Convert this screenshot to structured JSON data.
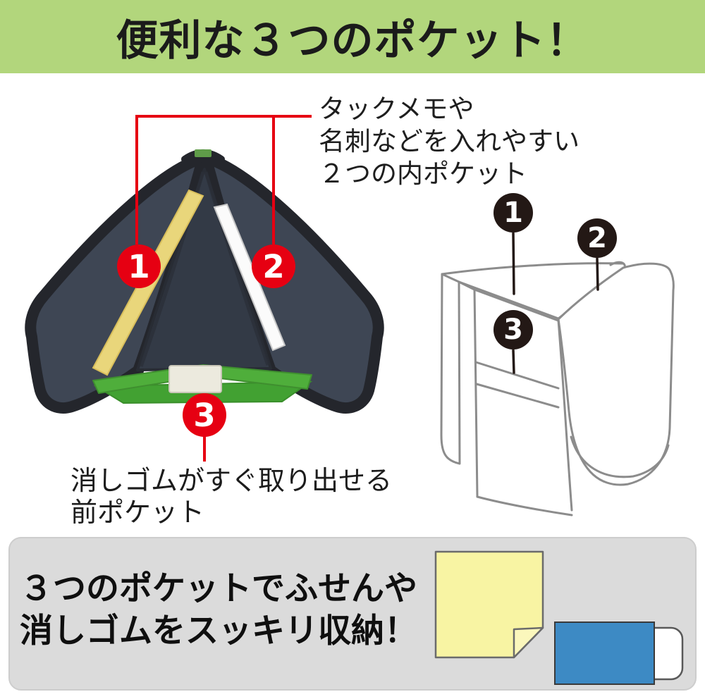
{
  "header": {
    "title": "便利な３つのポケット！"
  },
  "annotation": {
    "lines": [
      "タックメモや",
      "名刺などを入れやすい",
      "２つの内ポケット"
    ]
  },
  "caption": {
    "lines": [
      "消しゴムがすぐ取り出せる",
      "前ポケット"
    ]
  },
  "footer": {
    "lines": [
      "３つのポケットでふせんや",
      "消しゴムをスッキリ収納！"
    ]
  },
  "photo_markers": [
    {
      "label": "1"
    },
    {
      "label": "2"
    },
    {
      "label": "3"
    }
  ],
  "diagram_markers": [
    {
      "label": "1"
    },
    {
      "label": "2"
    },
    {
      "label": "3"
    }
  ],
  "colors": {
    "header_bg": "#b2d67c",
    "accent_red": "#e60012",
    "marker_black": "#231815",
    "panel_gray": "#dbdbdb",
    "sticky_yellow": "#f8f4a3",
    "eraser_blue": "#3d8ac4",
    "trim_green": "#4fae3b",
    "pouch_fabric": "#3e4654",
    "diagram_line": "#8c8c8c"
  }
}
